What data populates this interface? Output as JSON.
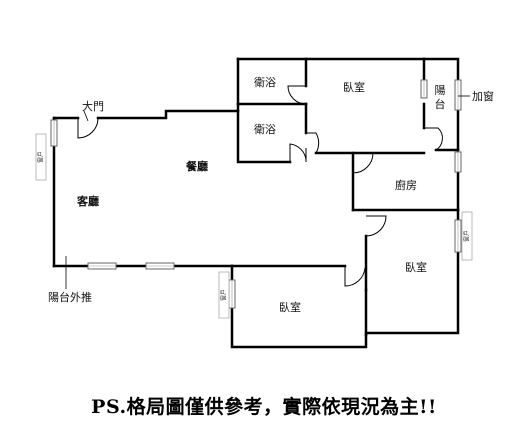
{
  "rooms": {
    "bath1": "衛浴",
    "bath2": "衛浴",
    "bedroom_top": "臥室",
    "balcony": "陽台",
    "window_add": "加窗",
    "entrance": "大門",
    "dining": "餐廳",
    "living": "客廳",
    "kitchen": "廚房",
    "bedroom_right": "臥室",
    "bedroom_bottom": "臥室",
    "balcony_push": "陽台外推"
  },
  "window_labels": {
    "left": "窗戶",
    "right": "窗戶",
    "bottom": "窗戶"
  },
  "disclaimer": "PS.格局圖僅供參考，實際依現況為主!!"
}
